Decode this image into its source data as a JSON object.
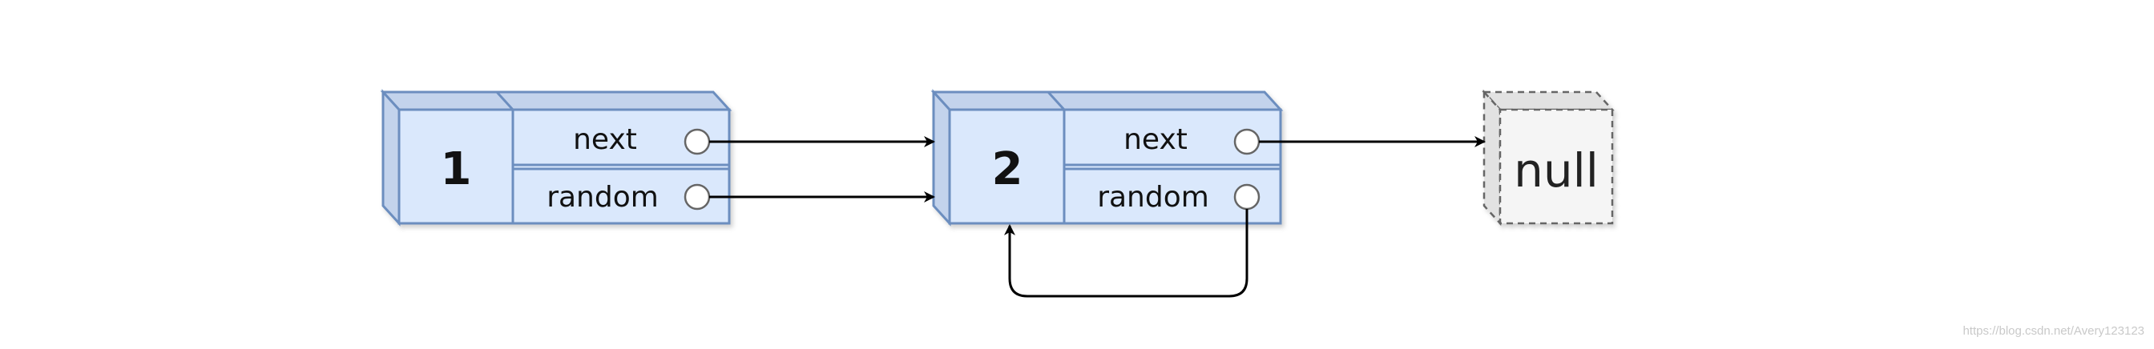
{
  "nodes": [
    {
      "value": "1",
      "fields": {
        "next": "next",
        "random": "random"
      }
    },
    {
      "value": "2",
      "fields": {
        "next": "next",
        "random": "random"
      }
    }
  ],
  "null_node": {
    "label": "null"
  },
  "watermark": "https://blog.csdn.net/Avery123123",
  "colors": {
    "node_fill": "#dae8fc",
    "node_side": "#c3d3ec",
    "node_border": "#6c8ebf",
    "null_fill": "#f5f5f5",
    "null_side": "#e2e2e2",
    "null_border": "#666666",
    "arrow": "#000000",
    "port_fill": "#ffffff",
    "port_border": "#666666"
  }
}
